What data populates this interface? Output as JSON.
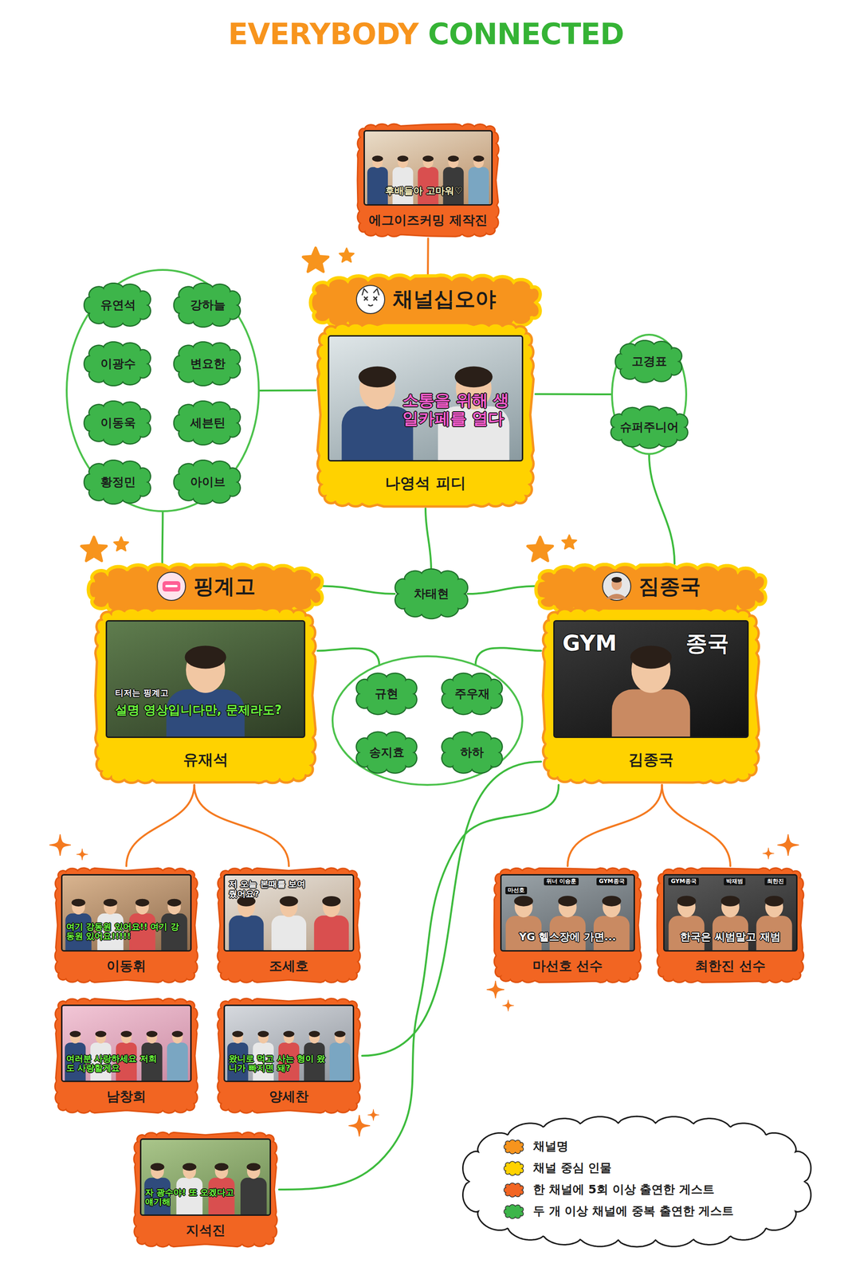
{
  "diagram": {
    "title": "EVERYBODY CONNECTED",
    "nodes": [
      {
        "text": [
          "에그이즈커밍 제작진"
        ]
      },
      {
        "text": []
      },
      {
        "text": [
          "유연석"
        ],
        "in": 1
      },
      {
        "text": [
          "강하늘"
        ],
        "in": 1
      },
      {
        "text": [
          "이광수"
        ],
        "in": 1
      },
      {
        "text": [
          "변요한"
        ],
        "in": 1
      },
      {
        "text": [
          "이동욱"
        ],
        "in": 1
      },
      {
        "text": [
          "세븐틴"
        ],
        "in": 1
      },
      {
        "text": [
          "황정민"
        ],
        "in": 1
      },
      {
        "text": [
          "아이브"
        ],
        "in": 1
      },
      {
        "text": [
          "채널십오야"
        ]
      },
      {
        "text": [
          "나영석 피디"
        ],
        "in": 10
      },
      {
        "text": []
      },
      {
        "text": [
          "고경표"
        ],
        "in": 12
      },
      {
        "text": [
          "슈퍼주니어"
        ],
        "in": 12
      },
      {
        "text": [
          "핑계고"
        ]
      },
      {
        "text": [
          "유재석"
        ],
        "in": 15
      },
      {
        "text": [
          "차태현"
        ]
      },
      {
        "text": [
          "짐종국"
        ]
      },
      {
        "text": [
          "김종국"
        ],
        "in": 18
      },
      {
        "text": []
      },
      {
        "text": [
          "규현"
        ],
        "in": 20
      },
      {
        "text": [
          "주우재"
        ],
        "in": 20
      },
      {
        "text": [
          "송지효"
        ],
        "in": 20
      },
      {
        "text": [
          "하하"
        ],
        "in": 20
      },
      {
        "text": [
          "이동휘"
        ]
      },
      {
        "text": [
          "조세호"
        ]
      },
      {
        "text": [
          "마선호 선수"
        ]
      },
      {
        "text": [
          "최한진 선수"
        ]
      },
      {
        "text": [
          "남창희"
        ]
      },
      {
        "text": [
          "양세찬"
        ]
      },
      {
        "text": [
          "지석진"
        ]
      }
    ],
    "edges": [
      {
        "from": 0,
        "to": 10,
        "arrow": "none"
      },
      {
        "from": 1,
        "to": 11,
        "arrow": "none"
      },
      {
        "from": 11,
        "to": 12,
        "arrow": "none"
      },
      {
        "from": 1,
        "to": 15,
        "arrow": "none"
      },
      {
        "from": 12,
        "to": 18,
        "arrow": "none"
      },
      {
        "from": 11,
        "to": 17,
        "arrow": "none"
      },
      {
        "from": 17,
        "to": 15,
        "arrow": "none"
      },
      {
        "from": 17,
        "to": 18,
        "arrow": "none"
      },
      {
        "from": 16,
        "to": 20,
        "arrow": "none"
      },
      {
        "from": 19,
        "to": 20,
        "arrow": "none"
      },
      {
        "from": 16,
        "to": 25,
        "arrow": "none"
      },
      {
        "from": 16,
        "to": 26,
        "arrow": "none"
      },
      {
        "from": 19,
        "to": 27,
        "arrow": "none"
      },
      {
        "from": 19,
        "to": 28,
        "arrow": "none"
      },
      {
        "from": 19,
        "to": 30,
        "arrow": "none"
      },
      {
        "from": 19,
        "to": 31,
        "arrow": "none"
      }
    ],
    "labels": [
      "후배들아 고마워♡",
      "소통을 위해 생일카페를 열다",
      "티저는 핑계고",
      "설명 영상입니다만, 문제라도?",
      "GYM",
      "종국",
      "여기 강동원 있어요!! 여기 강동원 있어요!!!!!",
      "저 오늘 본때를 보여줬어요?",
      "마선호",
      "위너 이승훈",
      "GYM종국",
      "YG 헬스장에 가면...",
      "GYM종국",
      "박재범",
      "최한진",
      "한국은 씨범말고 재범",
      "여러분 사랑하세요 저희도 사랑할게요",
      "왔니로 먹고 사는 형이 왔니가 빠지면 돼?",
      "자 광수야! 또 오겠다고 얘기해"
    ],
    "legend": [
      {
        "text": "채널명",
        "color": "#f7941d"
      },
      {
        "text": "채널 중심 인물",
        "color": "#ffd200"
      },
      {
        "text": "한 채널에 5회 이상 출연한 게스트",
        "color": "#f26522"
      },
      {
        "text": "두 개 이상 채널에 중복 출연한 게스트",
        "color": "#3db54a"
      }
    ]
  }
}
